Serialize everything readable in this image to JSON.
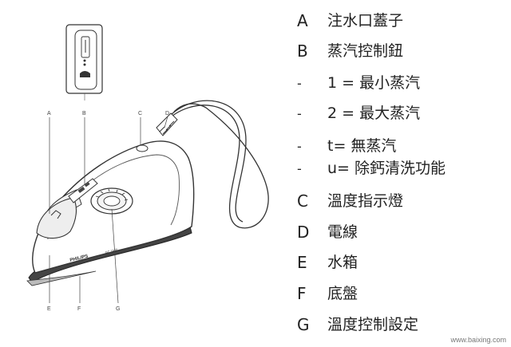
{
  "callouts": {
    "A": "A",
    "B": "B",
    "C": "C",
    "D": "D",
    "E": "E",
    "F": "F",
    "G": "G"
  },
  "iron_text": {
    "brand": "PHILIPS",
    "model": "GC 1620"
  },
  "legend": [
    {
      "key": "A",
      "text": "注水口蓋子"
    },
    {
      "key": "B",
      "text": "蒸汽控制鈕"
    },
    {
      "key": "-",
      "text": "1 = 最小蒸汽"
    },
    {
      "key": "-",
      "text": "2 = 最大蒸汽"
    },
    {
      "key": "-",
      "text": "t= 無蒸汽"
    },
    {
      "key": "-",
      "text": "u= 除鈣清洗功能"
    },
    {
      "key": "C",
      "text": "溫度指示燈"
    },
    {
      "key": "D",
      "text": "電線"
    },
    {
      "key": "E",
      "text": "水箱"
    },
    {
      "key": "F",
      "text": "底盤"
    },
    {
      "key": "G",
      "text": "溫度控制設定"
    }
  ],
  "watermark": "www.baixing.com"
}
